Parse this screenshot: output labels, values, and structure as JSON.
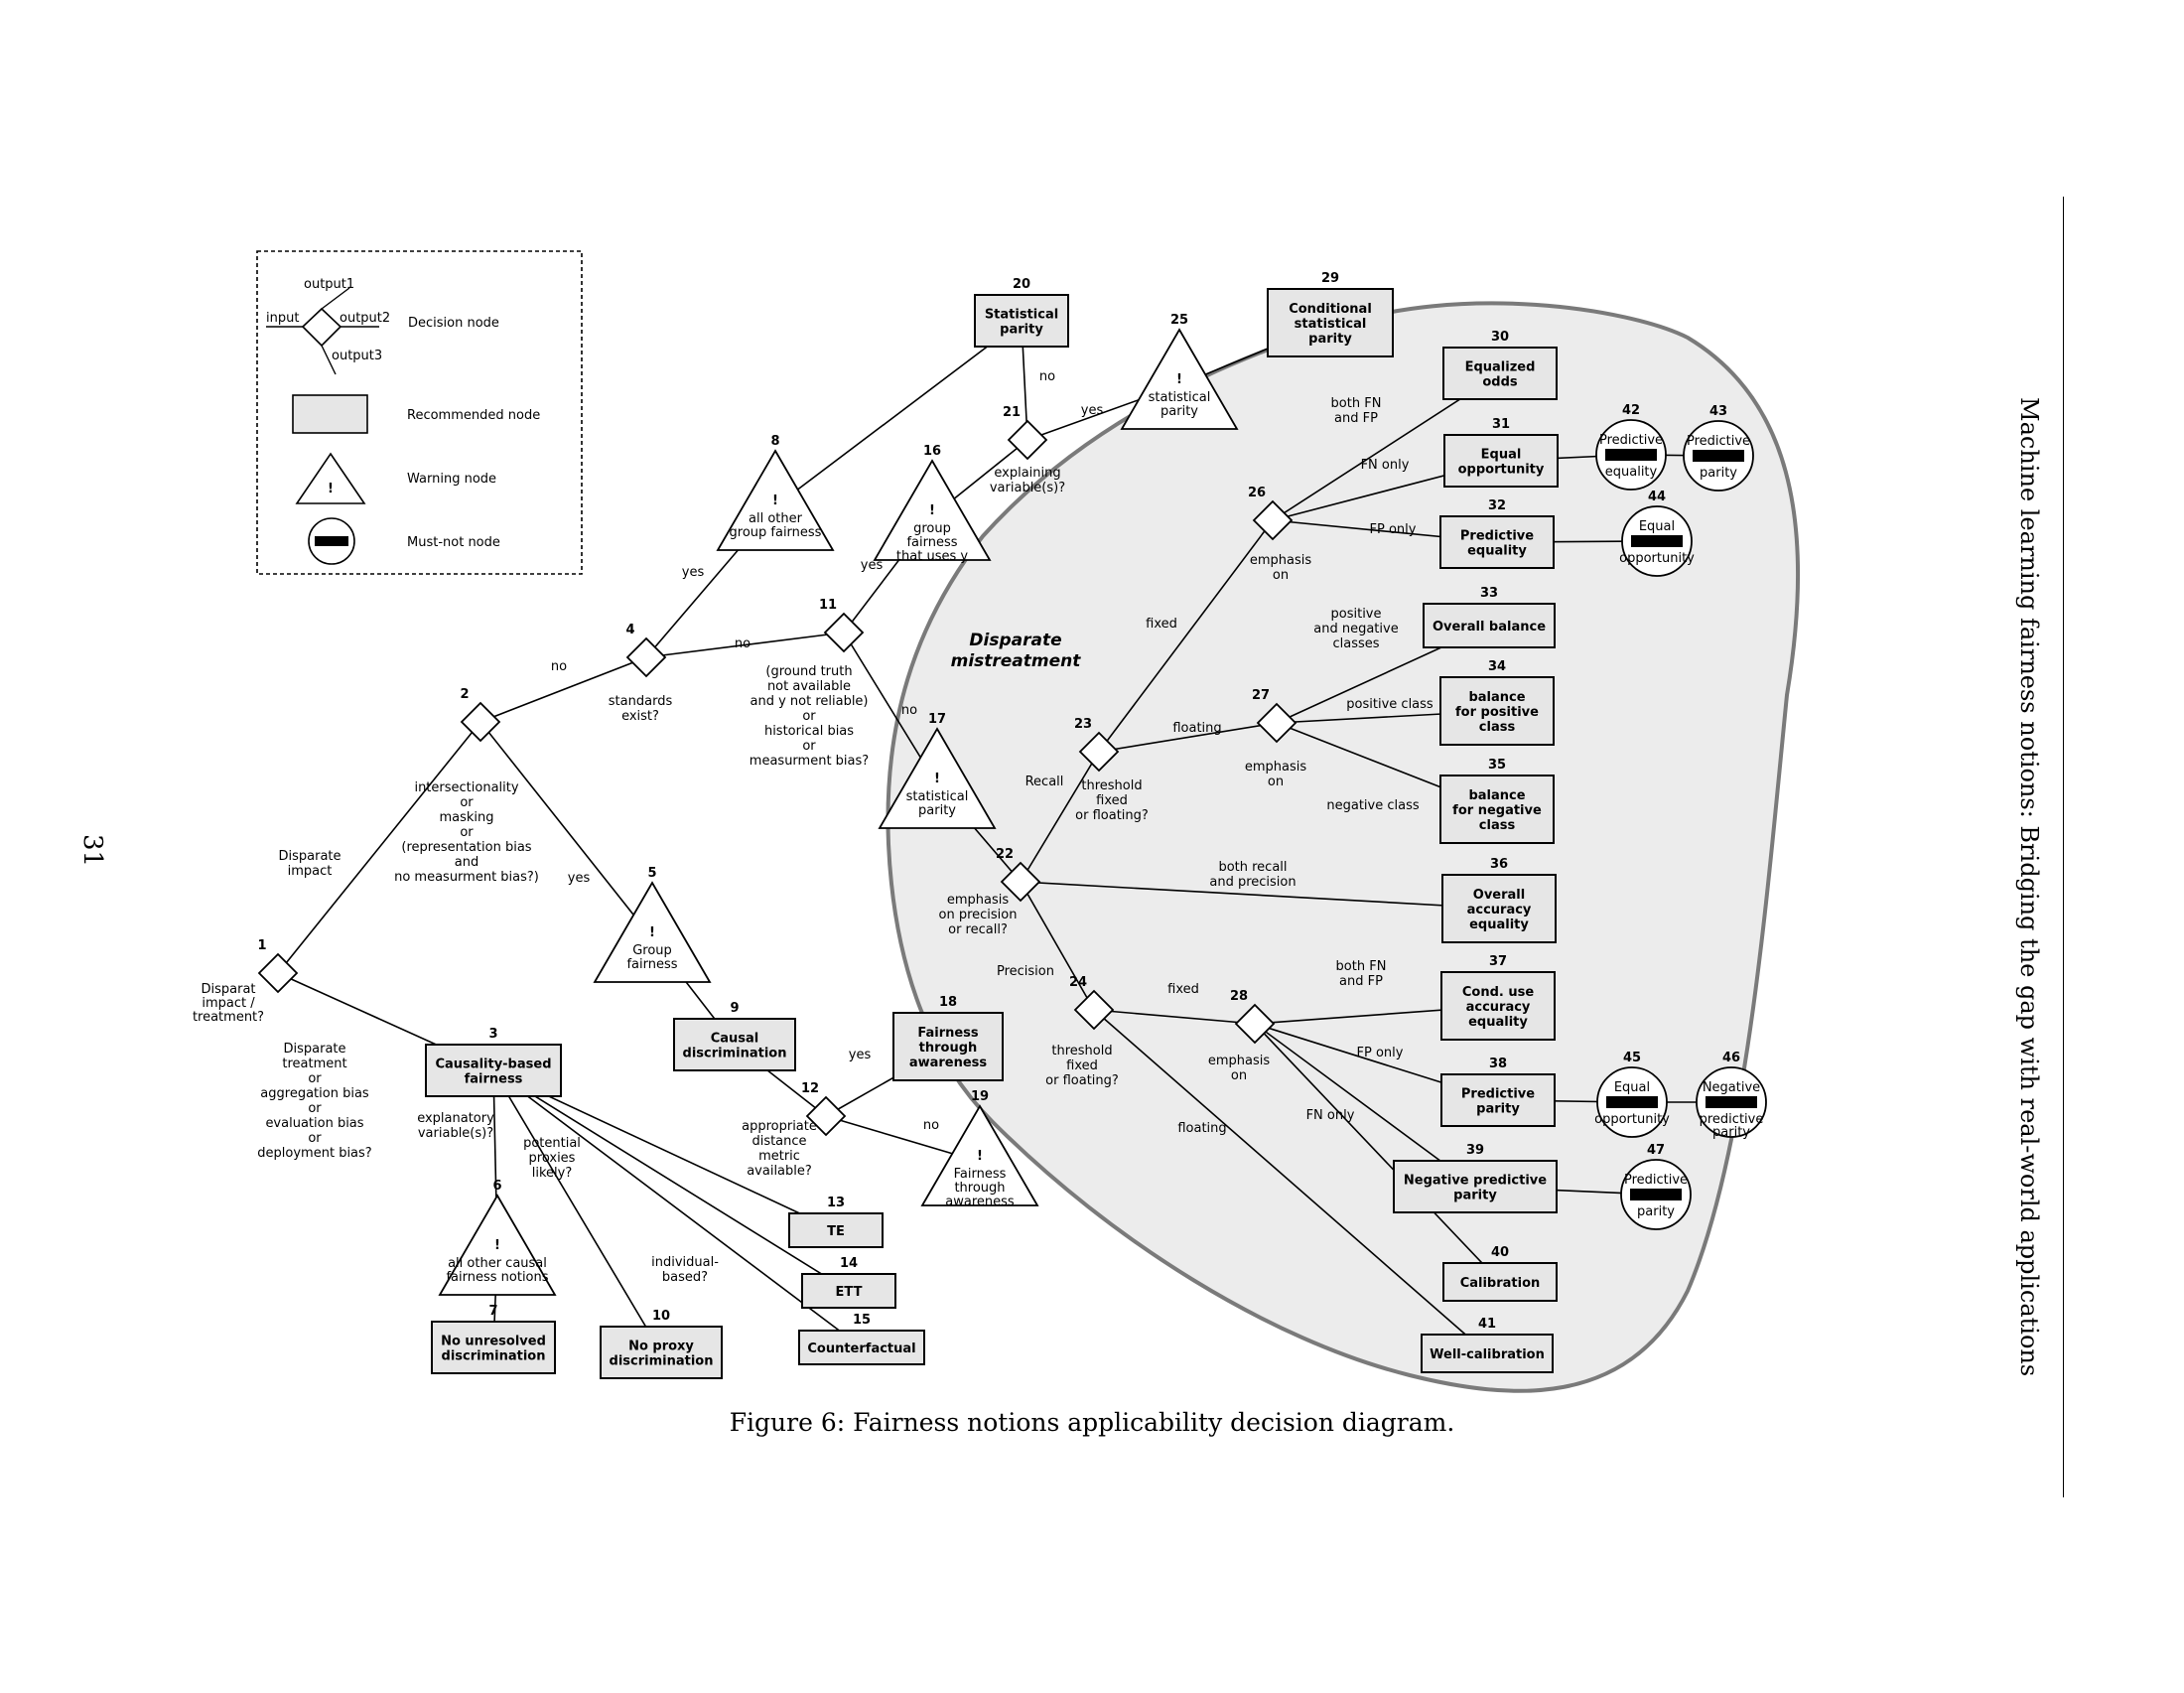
{
  "page_number": "31",
  "running_head": "Machine learning fairness notions: Bridging the gap with real-world applications",
  "caption": "Figure 6: Fairness notions applicability decision diagram.",
  "legend": {
    "input": "input",
    "output1": "output1",
    "output2": "output2",
    "output3": "output3",
    "decision": "Decision node",
    "recommended": "Recommended node",
    "warning": "Warning node",
    "mustnot": "Must-not node"
  },
  "region_title": [
    "Disparate",
    "mistreatment"
  ],
  "decisions": [
    {
      "id": "1",
      "num": "1",
      "label": [
        "Disparat",
        "impact /",
        "treatment?"
      ]
    },
    {
      "id": "2",
      "num": "2",
      "label": [
        "intersectionality",
        "or",
        "masking",
        "or",
        "(representation bias",
        "and",
        "no measurment bias?)"
      ]
    },
    {
      "id": "4",
      "num": "4",
      "label": [
        "standards",
        "exist?"
      ]
    },
    {
      "id": "11",
      "num": "11",
      "label": [
        "(ground truth",
        "not available",
        "and y not reliable)",
        "or",
        "historical bias",
        "or",
        "measurment bias?"
      ]
    },
    {
      "id": "21",
      "num": "21",
      "label": [
        "explaining",
        "variable(s)?"
      ]
    },
    {
      "id": "12",
      "num": "12",
      "label": [
        "appropriate",
        "distance",
        "metric",
        "available?"
      ]
    },
    {
      "id": "22",
      "num": "22",
      "label": [
        "emphasis",
        "on precision",
        "or recall?"
      ]
    },
    {
      "id": "23",
      "num": "23",
      "label": [
        "threshold",
        "fixed",
        "or floating?"
      ]
    },
    {
      "id": "24",
      "num": "24",
      "label": [
        "threshold",
        "fixed",
        "or floating?"
      ]
    },
    {
      "id": "26",
      "num": "26",
      "label": [
        "emphasis",
        "on"
      ]
    },
    {
      "id": "27",
      "num": "27",
      "label": [
        "emphasis",
        "on"
      ]
    },
    {
      "id": "28",
      "num": "28",
      "label": [
        "emphasis",
        "on"
      ]
    }
  ],
  "warnings": [
    {
      "id": "5",
      "num": "5",
      "label": [
        "Group",
        "fairness"
      ]
    },
    {
      "id": "6",
      "num": "6",
      "label": [
        "all other causal",
        "fairness notions"
      ]
    },
    {
      "id": "8",
      "num": "8",
      "label": [
        "all other",
        "group fairness"
      ]
    },
    {
      "id": "16",
      "num": "16",
      "label": [
        "group",
        "fairness",
        "that uses y"
      ]
    },
    {
      "id": "17",
      "num": "17",
      "label": [
        "statistical",
        "parity"
      ]
    },
    {
      "id": "19",
      "num": "19",
      "label": [
        "Fairness",
        "through",
        "awareness"
      ]
    },
    {
      "id": "25",
      "num": "25",
      "label": [
        "statistical",
        "parity"
      ]
    }
  ],
  "boxes": [
    {
      "id": "3",
      "num": "3",
      "label": [
        "Causality-based",
        "fairness"
      ]
    },
    {
      "id": "7",
      "num": "7",
      "label": [
        "No unresolved",
        "discrimination"
      ]
    },
    {
      "id": "9",
      "num": "9",
      "label": [
        "Causal",
        "discrimination"
      ]
    },
    {
      "id": "10",
      "num": "10",
      "label": [
        "No proxy",
        "discrimination"
      ]
    },
    {
      "id": "13",
      "num": "13",
      "label": [
        "TE"
      ]
    },
    {
      "id": "14",
      "num": "14",
      "label": [
        "ETT"
      ]
    },
    {
      "id": "15",
      "num": "15",
      "label": [
        "Counterfactual"
      ]
    },
    {
      "id": "18",
      "num": "18",
      "label": [
        "Fairness",
        "through",
        "awareness"
      ]
    },
    {
      "id": "20",
      "num": "20",
      "label": [
        "Statistical",
        "parity"
      ]
    },
    {
      "id": "29",
      "num": "29",
      "label": [
        "Conditional",
        "statistical",
        "parity"
      ]
    },
    {
      "id": "30",
      "num": "30",
      "label": [
        "Equalized",
        "odds"
      ]
    },
    {
      "id": "31",
      "num": "31",
      "label": [
        "Equal",
        "opportunity"
      ]
    },
    {
      "id": "32",
      "num": "32",
      "label": [
        "Predictive",
        "equality"
      ]
    },
    {
      "id": "33",
      "num": "33",
      "label": [
        "Overall balance"
      ]
    },
    {
      "id": "34",
      "num": "34",
      "label": [
        "balance",
        "for positive",
        "class"
      ]
    },
    {
      "id": "35",
      "num": "35",
      "label": [
        "balance",
        "for negative",
        "class"
      ]
    },
    {
      "id": "36",
      "num": "36",
      "label": [
        "Overall",
        "accuracy",
        "equality"
      ]
    },
    {
      "id": "37",
      "num": "37",
      "label": [
        "Cond. use",
        "accuracy",
        "equality"
      ]
    },
    {
      "id": "38",
      "num": "38",
      "label": [
        "Predictive",
        "parity"
      ]
    },
    {
      "id": "39",
      "num": "39",
      "label": [
        "Negative predictive",
        "parity"
      ]
    },
    {
      "id": "40",
      "num": "40",
      "label": [
        "Calibration"
      ]
    },
    {
      "id": "41",
      "num": "41",
      "label": [
        "Well-calibration"
      ]
    }
  ],
  "mustnots": [
    {
      "id": "42",
      "num": "42",
      "label": [
        "Predictive",
        "equality"
      ]
    },
    {
      "id": "43",
      "num": "43",
      "label": [
        "Predictive",
        "parity"
      ]
    },
    {
      "id": "44",
      "num": "44",
      "label": [
        "Equal",
        "opportunity"
      ]
    },
    {
      "id": "45",
      "num": "45",
      "label": [
        "Equal",
        "opportunity"
      ]
    },
    {
      "id": "46",
      "num": "46",
      "label": [
        "Negative",
        "predictive",
        "parity"
      ]
    },
    {
      "id": "47",
      "num": "47",
      "label": [
        "Predictive",
        "parity"
      ]
    }
  ],
  "edge_labels": [
    {
      "id": "e1",
      "text": [
        "Disparate",
        "impact"
      ]
    },
    {
      "id": "e2",
      "text": [
        "Disparate",
        "treatment",
        "or",
        "aggregation bias",
        "or",
        "evaluation bias",
        "or",
        "deployment bias?"
      ]
    },
    {
      "id": "e3",
      "text": [
        "no"
      ]
    },
    {
      "id": "e4",
      "text": [
        "yes"
      ]
    },
    {
      "id": "e5",
      "text": [
        "yes"
      ]
    },
    {
      "id": "e6",
      "text": [
        "no"
      ]
    },
    {
      "id": "e7",
      "text": [
        "yes"
      ]
    },
    {
      "id": "e8",
      "text": [
        "no"
      ]
    },
    {
      "id": "e9",
      "text": [
        "no"
      ]
    },
    {
      "id": "e10",
      "text": [
        "yes"
      ]
    },
    {
      "id": "e11",
      "text": [
        "explanatory",
        "variable(s)?"
      ]
    },
    {
      "id": "e12",
      "text": [
        "potential",
        "proxies",
        "likely?"
      ]
    },
    {
      "id": "e13",
      "text": [
        "individual-",
        "based?"
      ]
    },
    {
      "id": "e14",
      "text": [
        "yes"
      ]
    },
    {
      "id": "e15",
      "text": [
        "no"
      ]
    },
    {
      "id": "e16",
      "text": [
        "Recall"
      ]
    },
    {
      "id": "e17",
      "text": [
        "Precision"
      ]
    },
    {
      "id": "e18",
      "text": [
        "both recall",
        "and precision"
      ]
    },
    {
      "id": "e19",
      "text": [
        "fixed"
      ]
    },
    {
      "id": "e20",
      "text": [
        "floating"
      ]
    },
    {
      "id": "e21",
      "text": [
        "fixed"
      ]
    },
    {
      "id": "e22",
      "text": [
        "floating"
      ]
    },
    {
      "id": "e23",
      "text": [
        "both FN",
        "and FP"
      ]
    },
    {
      "id": "e24",
      "text": [
        "FN only"
      ]
    },
    {
      "id": "e25",
      "text": [
        "FP only"
      ]
    },
    {
      "id": "e26",
      "text": [
        "positive",
        "and negative",
        "classes"
      ]
    },
    {
      "id": "e27",
      "text": [
        "positive class"
      ]
    },
    {
      "id": "e28",
      "text": [
        "negative class"
      ]
    },
    {
      "id": "e29",
      "text": [
        "both FN",
        "and FP"
      ]
    },
    {
      "id": "e30",
      "text": [
        "FP only"
      ]
    },
    {
      "id": "e31",
      "text": [
        "FN only"
      ]
    }
  ]
}
